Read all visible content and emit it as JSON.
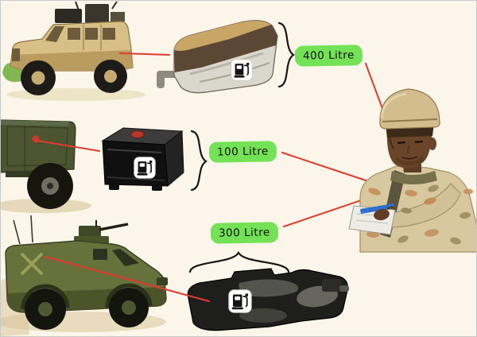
{
  "colors": {
    "background": "#fbf6e9",
    "badge_green": "#74e257",
    "connector_red": "#e23b2e",
    "tank_dark": "#151515",
    "mrap_tan": "#d8bf85",
    "vehicle_olive": "#66713c"
  },
  "badges": {
    "mrap_capacity": "400 Litre",
    "cargo_truck_capacity": "100 Litre",
    "apc_capacity": "300 Litre"
  },
  "icons": {
    "fuel_pump": "⛽"
  }
}
